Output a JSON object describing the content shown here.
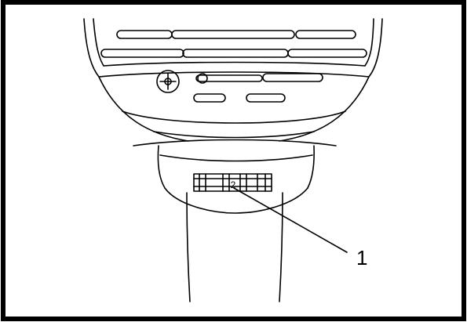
{
  "figure": {
    "dial_digit": "2",
    "callouts": [
      {
        "label": "1",
        "target": "speed-selector-wheel"
      }
    ]
  }
}
